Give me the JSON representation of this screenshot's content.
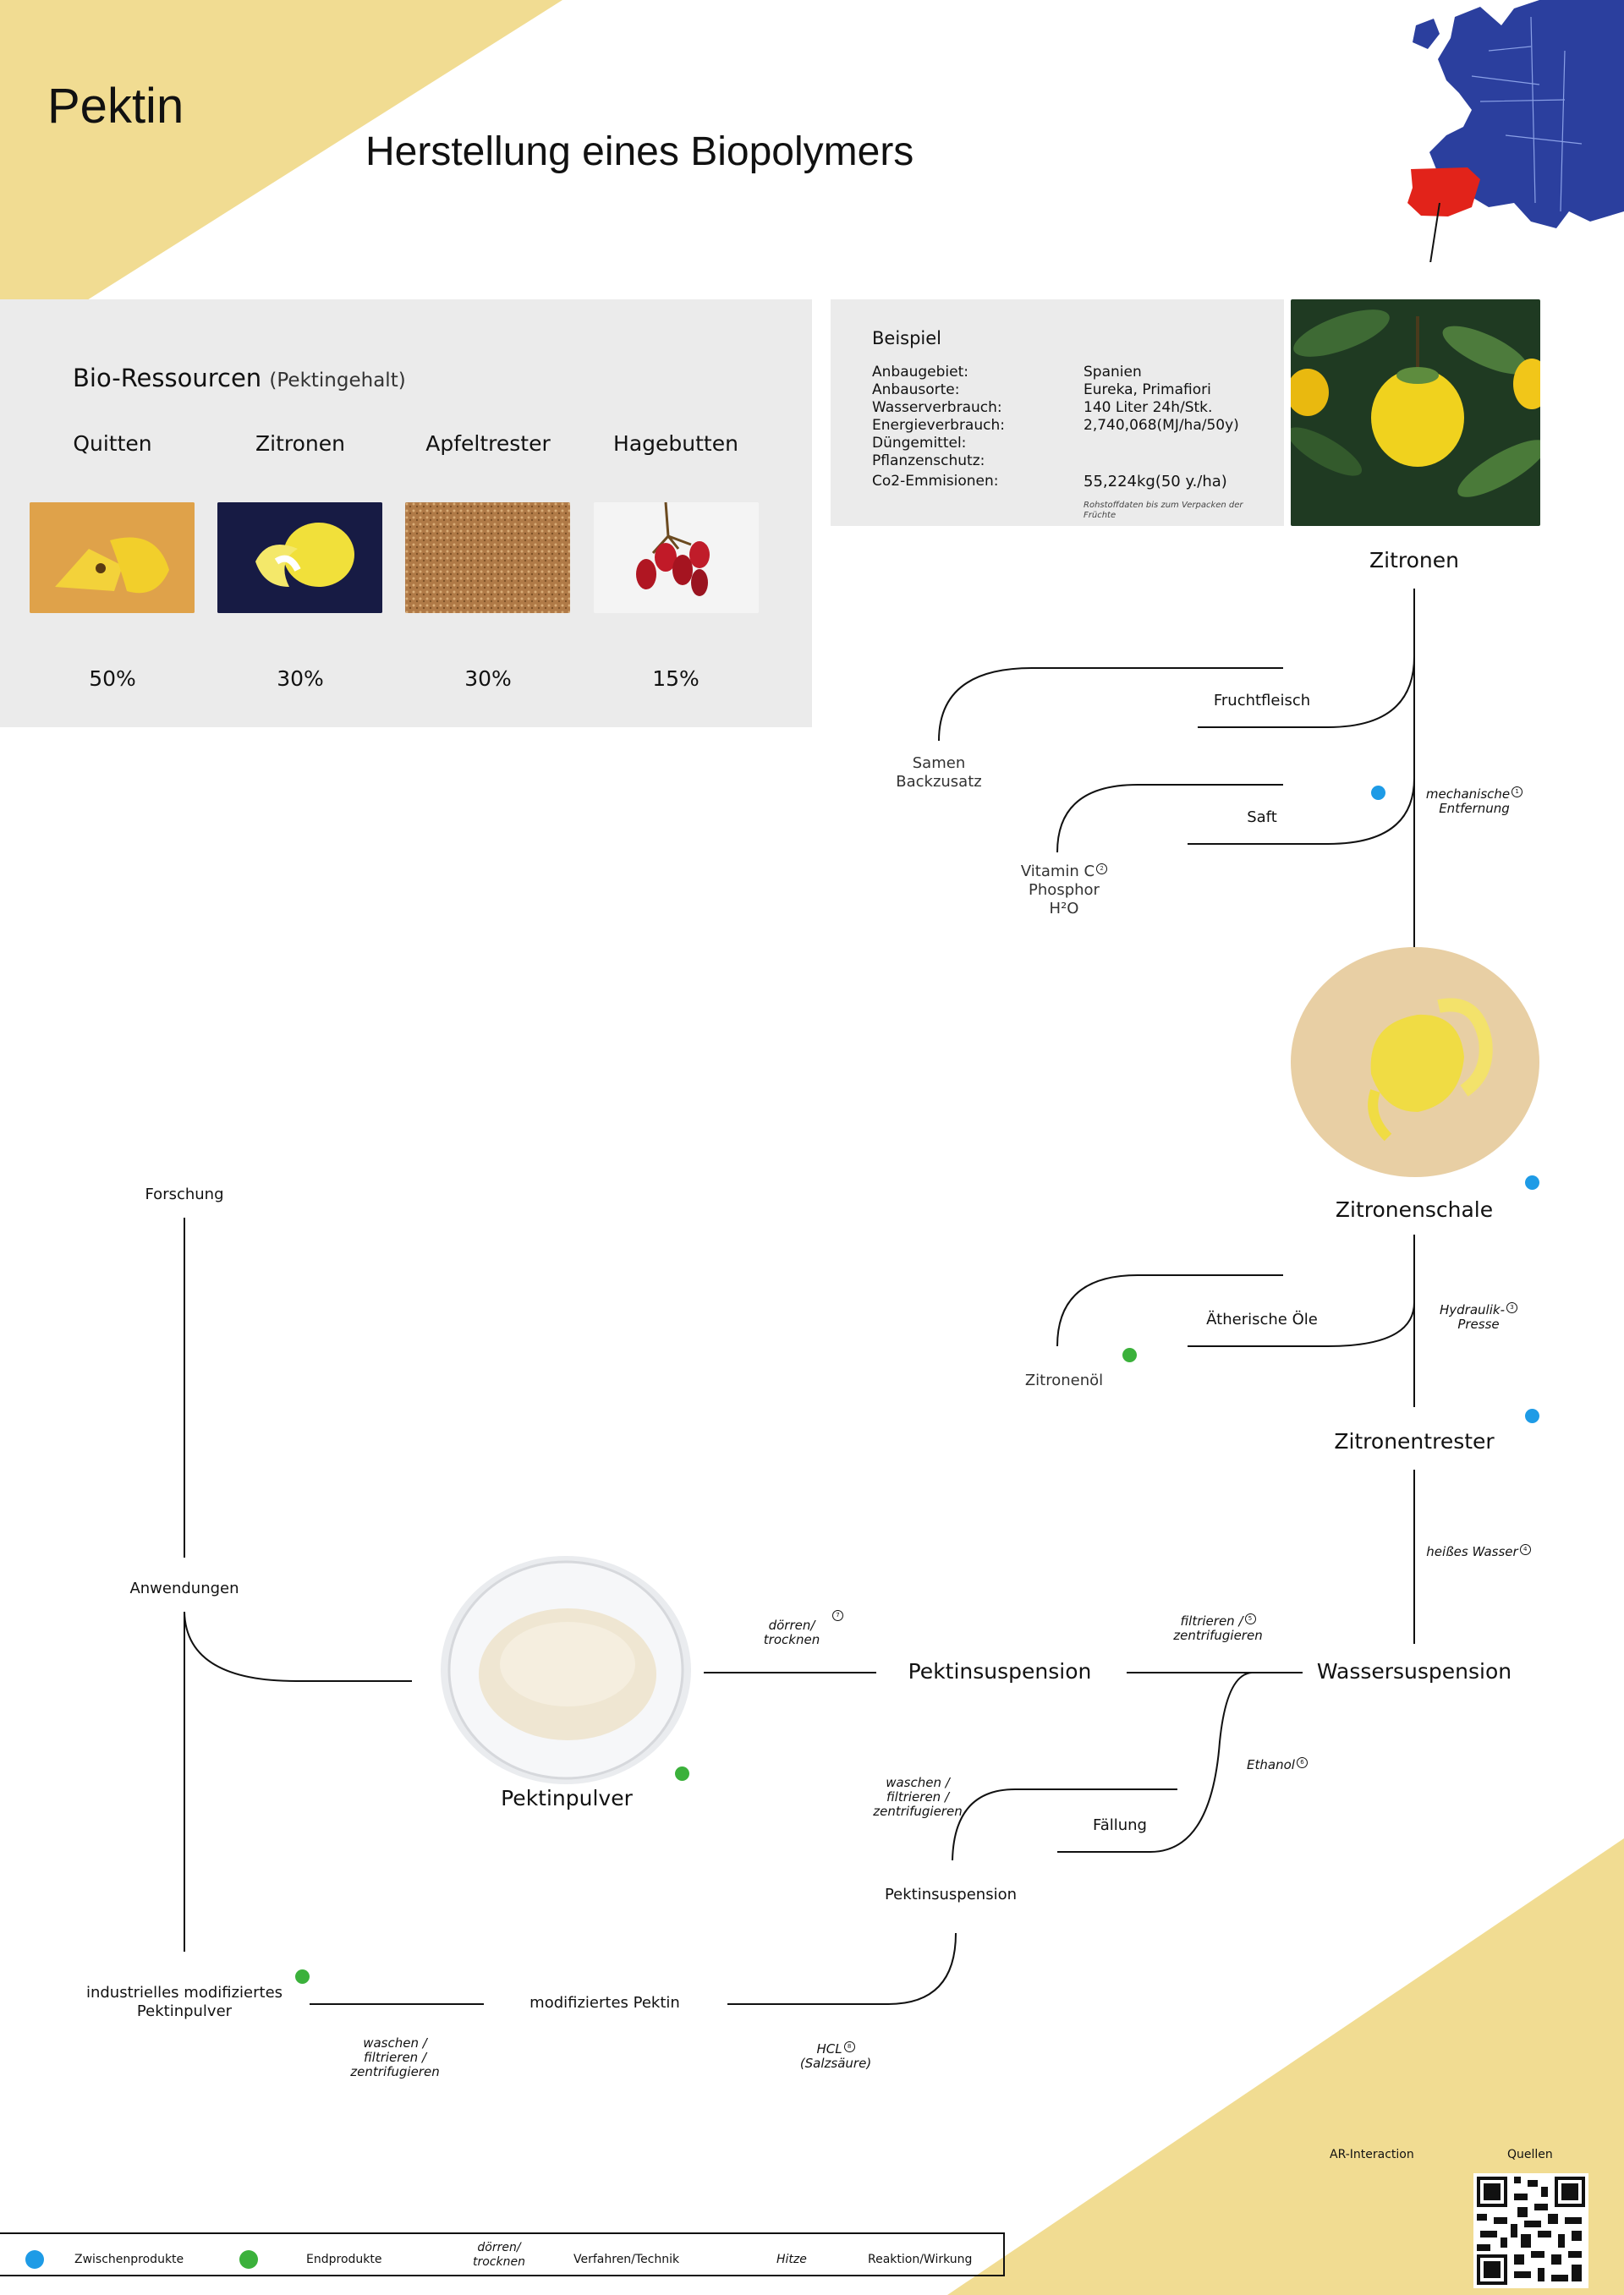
{
  "header": {
    "title": "Pektin",
    "subtitle": "Herstellung eines Biopolymers"
  },
  "colors": {
    "accent_yellow": "#f1dc92",
    "intermediate_blue": "#1e9be6",
    "end_green": "#3bb13b",
    "spain_red": "#e2231a",
    "map_blue": "#2b3f9e"
  },
  "resources": {
    "heading": "Bio-Ressourcen",
    "heading_note": "(Pektingehalt)",
    "items": [
      {
        "name": "Quitten",
        "value": "50%"
      },
      {
        "name": "Zitronen",
        "value": "30%"
      },
      {
        "name": "Apfeltrester",
        "value": "30%"
      },
      {
        "name": "Hagebutten",
        "value": "15%"
      }
    ]
  },
  "example": {
    "heading": "Beispiel",
    "rows": [
      {
        "key": "Anbaugebiet:",
        "value": "Spanien"
      },
      {
        "key": "Anbausorte:",
        "value": "Eureka, Primafiori"
      },
      {
        "key": "Wasserverbrauch:",
        "value": "140 Liter 24h/Stk."
      },
      {
        "key": "Energieverbrauch:",
        "value": "2,740,068(MJ/ha/50y)"
      },
      {
        "key": "Düngemittel:",
        "value": ""
      },
      {
        "key": "Pflanzenschutz:",
        "value": ""
      },
      {
        "key": "Co2-Emmisionen:",
        "value": "55,224kg(50 y./ha)"
      }
    ],
    "footnote": "Rohstoffdaten bis zum Verpacken der Früchte"
  },
  "flow": {
    "zitronen": "Zitronen",
    "fruchtfleisch": "Fruchtfleisch",
    "samen": [
      "Samen",
      "Backzusatz"
    ],
    "saft": "Saft",
    "vitamin": [
      "Vitamin C",
      "Phosphor",
      "H²O"
    ],
    "mechanische": [
      "mechanische",
      "Entfernung"
    ],
    "zitronenschale": "Zitronenschale",
    "aetherische": "Ätherische Öle",
    "zitronenoel": "Zitronenöl",
    "hydraulik": [
      "Hydraulik-",
      "Presse"
    ],
    "zitronentrester": "Zitronentrester",
    "heisses_wasser": "heißes Wasser",
    "wassersuspension": "Wassersuspension",
    "filtrieren": [
      "filtrieren /",
      "zentrifugieren"
    ],
    "pektinsuspension": "Pektinsuspension",
    "doerren": [
      "dörren/",
      "trocknen"
    ],
    "pektinpulver": "Pektinpulver",
    "ethanol": "Ethanol",
    "faellung": "Fällung",
    "waschen1": [
      "waschen /",
      "filtrieren /",
      "zentrifugieren"
    ],
    "pektinsuspension2": "Pektinsuspension",
    "modifiziertes": "modifiziertes Pektin",
    "hcl": [
      "HCL",
      "(Salzsäure)"
    ],
    "industriell": [
      "industrielles  modifiziertes",
      "Pektinpulver"
    ],
    "waschen2": [
      "waschen /",
      "filtrieren /",
      "zentrifugieren"
    ],
    "forschung": "Forschung",
    "anwendungen": "Anwendungen",
    "markers": {
      "m1": "1",
      "m2": "2",
      "m3": "3",
      "m4": "4",
      "m5": "5",
      "m6": "6",
      "m7": "7",
      "m8": "8"
    }
  },
  "footer": {
    "ar": "AR-Interaction",
    "quellen": "Quellen",
    "legend": {
      "zwischen": "Zwischenprodukte",
      "end": "Endprodukte",
      "doerren": [
        "dörren/",
        "trocknen"
      ],
      "verfahren": "Verfahren/Technik",
      "hitze": "Hitze",
      "reaktion": "Reaktion/Wirkung"
    }
  }
}
